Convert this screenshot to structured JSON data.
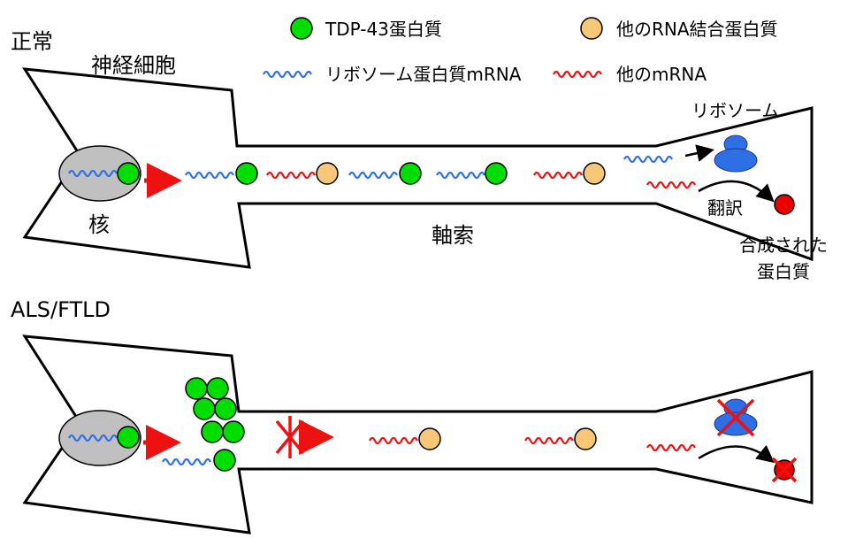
{
  "labels": {
    "normal": "正常",
    "neuron": "神経細胞",
    "nucleus": "核",
    "axon": "軸索",
    "ribosome": "リボソーム",
    "translation": "翻訳",
    "synthesized_protein_line1": "合成された",
    "synthesized_protein_line2": "蛋白質",
    "disease": "ALS/FTLD"
  },
  "legend": {
    "tdp43": "TDP-43蛋白質",
    "other_rbp": "他のRNA結合蛋白質",
    "ribosomal_mrna": "リボソーム蛋白質mRNA",
    "other_mrna": "他のmRNA"
  },
  "colors": {
    "tdp43": "#00dd00",
    "other_rbp": "#f8c878",
    "ribosomal_mrna": "#3070e8",
    "other_mrna": "#ee1111",
    "nucleus_fill": "#c0c0c0",
    "arrow_red": "#ee1111",
    "ribosome": "#2f6fe6",
    "synth_protein": "#ee0000"
  }
}
